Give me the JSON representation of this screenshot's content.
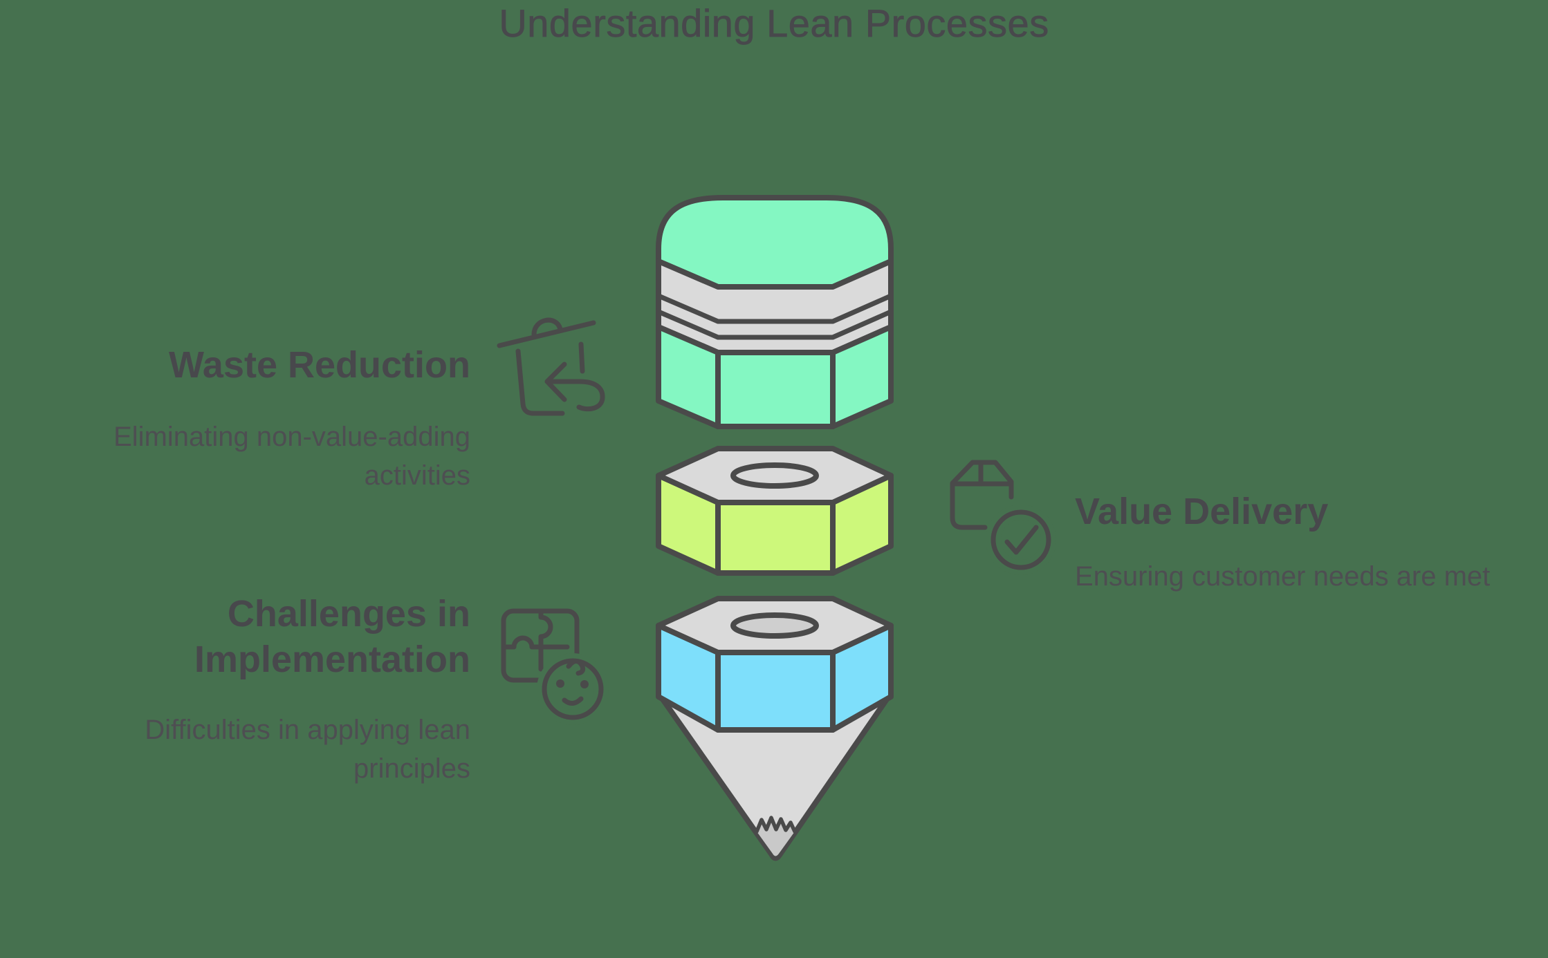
{
  "title": "Understanding Lean Processes",
  "colors": {
    "background": "#46714F",
    "outline": "#4A4A4A",
    "heading_text": "#48484C",
    "body_text": "#4E4E52",
    "eraser_mint": "#84F7C2",
    "ferrule_gray": "#DADADA",
    "nut_lime": "#CDF87B",
    "nut_sky": "#7EDFFB",
    "cone_gray": "#DBDBDB",
    "tip_gray": "#C9C9C9",
    "hole_gray": "#CFCFCF"
  },
  "sections": [
    {
      "id": "waste-reduction",
      "side": "left",
      "heading": "Waste Reduction",
      "description": "Eliminating non-value-adding activities",
      "icon": "trash-restore-icon"
    },
    {
      "id": "value-delivery",
      "side": "right",
      "heading": "Value Delivery",
      "description": "Ensuring customer needs are met",
      "icon": "package-check-icon"
    },
    {
      "id": "challenges-implementation",
      "side": "left",
      "heading": "Challenges in Implementation",
      "description": "Difficulties in applying lean principles",
      "icon": "puzzle-face-icon"
    }
  ],
  "figure": {
    "type": "pencil-stack",
    "segments": [
      {
        "label": "eraser-top",
        "color": "#84F7C2"
      },
      {
        "label": "hex-nut-middle",
        "color": "#CDF87B"
      },
      {
        "label": "hex-nut-bottom-with-tip",
        "color": "#7EDFFB"
      }
    ]
  }
}
